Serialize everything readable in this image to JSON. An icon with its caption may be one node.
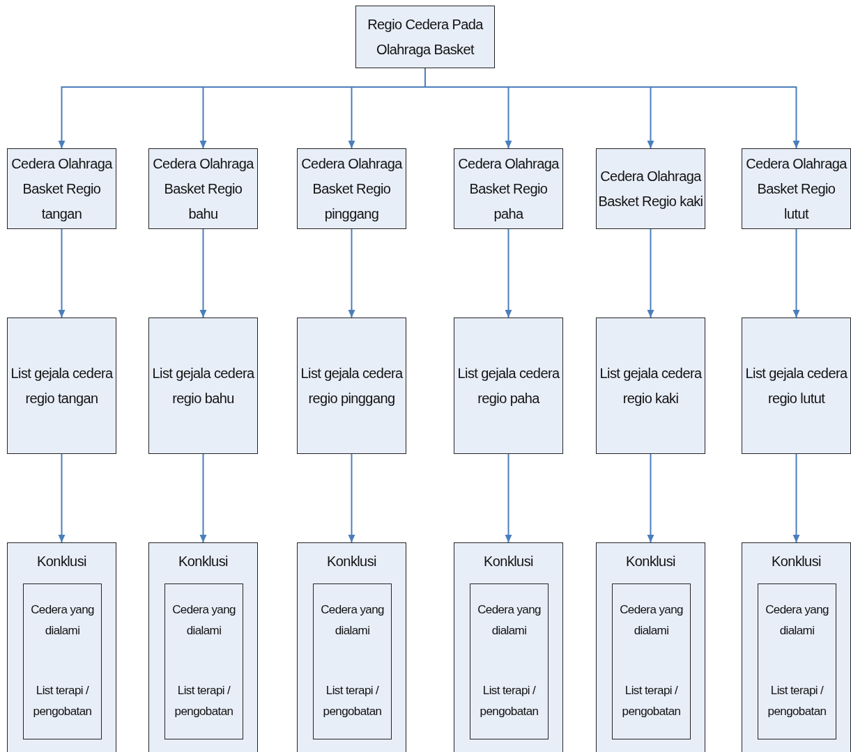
{
  "diagram": {
    "nodes": [
      {
        "text": [
          "Regio Cedera Pada Olahraga Basket"
        ]
      },
      {
        "text": [
          "Cedera Olahraga Basket Regio tangan"
        ]
      },
      {
        "text": [
          "List gejala cedera regio tangan"
        ]
      },
      {
        "text": [
          "Konklusi"
        ]
      },
      {
        "text": [
          "Cedera yang dialami",
          "List terapi / pengobatan"
        ],
        "in": 3
      },
      {
        "text": [
          "Cedera Olahraga Basket Regio bahu"
        ]
      },
      {
        "text": [
          "List gejala cedera regio bahu"
        ]
      },
      {
        "text": [
          "Konklusi"
        ]
      },
      {
        "text": [
          "Cedera yang dialami",
          "List terapi / pengobatan"
        ],
        "in": 7
      },
      {
        "text": [
          "Cedera Olahraga Basket Regio pinggang"
        ]
      },
      {
        "text": [
          "List gejala cedera regio pinggang"
        ]
      },
      {
        "text": [
          "Konklusi"
        ]
      },
      {
        "text": [
          "Cedera yang dialami",
          "List terapi / pengobatan"
        ],
        "in": 11
      },
      {
        "text": [
          "Cedera Olahraga Basket Regio paha"
        ]
      },
      {
        "text": [
          "List gejala cedera regio paha"
        ]
      },
      {
        "text": [
          "Konklusi"
        ]
      },
      {
        "text": [
          "Cedera yang dialami",
          "List terapi / pengobatan"
        ],
        "in": 15
      },
      {
        "text": [
          "Cedera Olahraga Basket Regio kaki"
        ]
      },
      {
        "text": [
          "List gejala cedera regio kaki"
        ]
      },
      {
        "text": [
          "Konklusi"
        ]
      },
      {
        "text": [
          "Cedera yang dialami",
          "List terapi / pengobatan"
        ],
        "in": 19
      },
      {
        "text": [
          "Cedera Olahraga Basket Regio lutut"
        ]
      },
      {
        "text": [
          "List gejala cedera regio lutut"
        ]
      },
      {
        "text": [
          "Konklusi"
        ]
      },
      {
        "text": [
          "Cedera yang dialami",
          "List terapi / pengobatan"
        ],
        "in": 23
      }
    ],
    "edges": [
      {
        "from": 0,
        "to": 1,
        "arrow": "to"
      },
      {
        "from": 0,
        "to": 5,
        "arrow": "to"
      },
      {
        "from": 0,
        "to": 9,
        "arrow": "to"
      },
      {
        "from": 0,
        "to": 13,
        "arrow": "to"
      },
      {
        "from": 0,
        "to": 17,
        "arrow": "to"
      },
      {
        "from": 0,
        "to": 21,
        "arrow": "to"
      },
      {
        "from": 1,
        "to": 2,
        "arrow": "to"
      },
      {
        "from": 2,
        "to": 3,
        "arrow": "to"
      },
      {
        "from": 5,
        "to": 6,
        "arrow": "to"
      },
      {
        "from": 6,
        "to": 7,
        "arrow": "to"
      },
      {
        "from": 9,
        "to": 10,
        "arrow": "to"
      },
      {
        "from": 10,
        "to": 11,
        "arrow": "to"
      },
      {
        "from": 13,
        "to": 14,
        "arrow": "to"
      },
      {
        "from": 14,
        "to": 15,
        "arrow": "to"
      },
      {
        "from": 17,
        "to": 18,
        "arrow": "to"
      },
      {
        "from": 18,
        "to": 19,
        "arrow": "to"
      },
      {
        "from": 21,
        "to": 22,
        "arrow": "to"
      },
      {
        "from": 22,
        "to": 23,
        "arrow": "to"
      }
    ]
  }
}
